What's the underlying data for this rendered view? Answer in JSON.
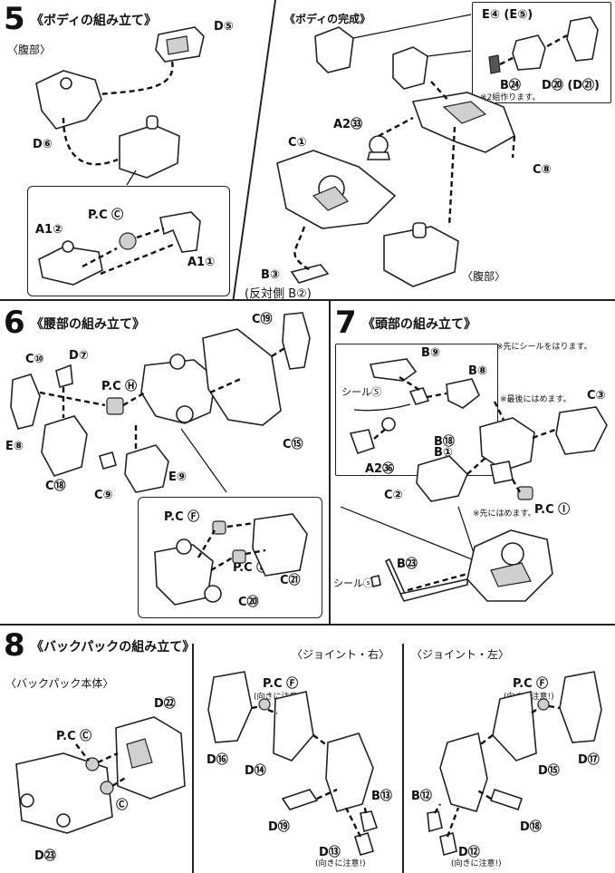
{
  "steps": {
    "s5": {
      "number": "5",
      "title": "《ボディの組み立て》",
      "sub_hip": "〈腹部〉",
      "labels": {
        "d5": "D⑤",
        "d6": "D⑥",
        "a1_2": "A1②",
        "pc_c": "P.C Ⓒ",
        "a1_1": "A1①"
      }
    },
    "body_done": {
      "title": "《ボディの完成》",
      "labels": {
        "e4": "E④ (E⑤)",
        "b24": "B㉔",
        "d20": "D⑳ (D㉑)",
        "note_2sets": "※2組作ります。",
        "a2_33": "A2㉝",
        "c1": "C①",
        "c8": "C⑧",
        "b3": "B③",
        "b3_opp": "(反対側 B②)",
        "hip": "〈腹部〉"
      }
    },
    "s6": {
      "number": "6",
      "title": "《腰部の組み立て》",
      "labels": {
        "c19": "C⑲",
        "c10": "C⑩",
        "d7": "D⑦",
        "pc_h": "P.C Ⓗ",
        "e8": "E⑧",
        "c15": "C⑮",
        "c18": "C⑱",
        "c9": "C⑨",
        "e9": "E⑨",
        "pc_f1": "P.C Ⓕ",
        "pc_f2": "P.C Ⓕ",
        "c21": "C㉑",
        "c20": "C⑳"
      }
    },
    "s7": {
      "number": "7",
      "title": "《頭部の組み立て》",
      "note_seal_first": "※先にシールをはります。",
      "note_last": "※最後にはめます。",
      "note_first": "※先にはめます。",
      "labels": {
        "b9": "B⑨",
        "b8": "B⑧",
        "seal_shi": "シールⓈ",
        "c3": "C③",
        "b18": "B⑱",
        "b1": "B①",
        "a2_36": "A2㊱",
        "c2": "C②",
        "pc_i": "P.C Ⓘ",
        "b23": "B㉓",
        "seal_sa": "シールⓢ"
      }
    },
    "s8": {
      "number": "8",
      "title": "《バックパックの組み立て》",
      "sub_main": "〈バックパック本体〉",
      "sub_joint_r": "〈ジョイント・右〉",
      "sub_joint_l": "〈ジョイント・左〉",
      "labels": {
        "d22": "D㉒",
        "pc_c1": "P.C Ⓒ",
        "pc_c2": "P.C Ⓒ",
        "d23": "D㉓",
        "pc_f_r": "P.C Ⓕ",
        "caution_r": "(向きに注意!)",
        "d16": "D⑯",
        "d14": "D⑭",
        "b13": "B⑬",
        "d19": "D⑲",
        "d13": "D⑬",
        "caution_r2": "(向きに注意!)",
        "pc_f_l": "P.C Ⓕ",
        "caution_l": "(向きに注意!)",
        "d17": "D⑰",
        "d15": "D⑮",
        "b12": "B⑫",
        "d18": "D⑱",
        "d12": "D⑫",
        "caution_l2": "(向きに注意!)"
      }
    }
  }
}
